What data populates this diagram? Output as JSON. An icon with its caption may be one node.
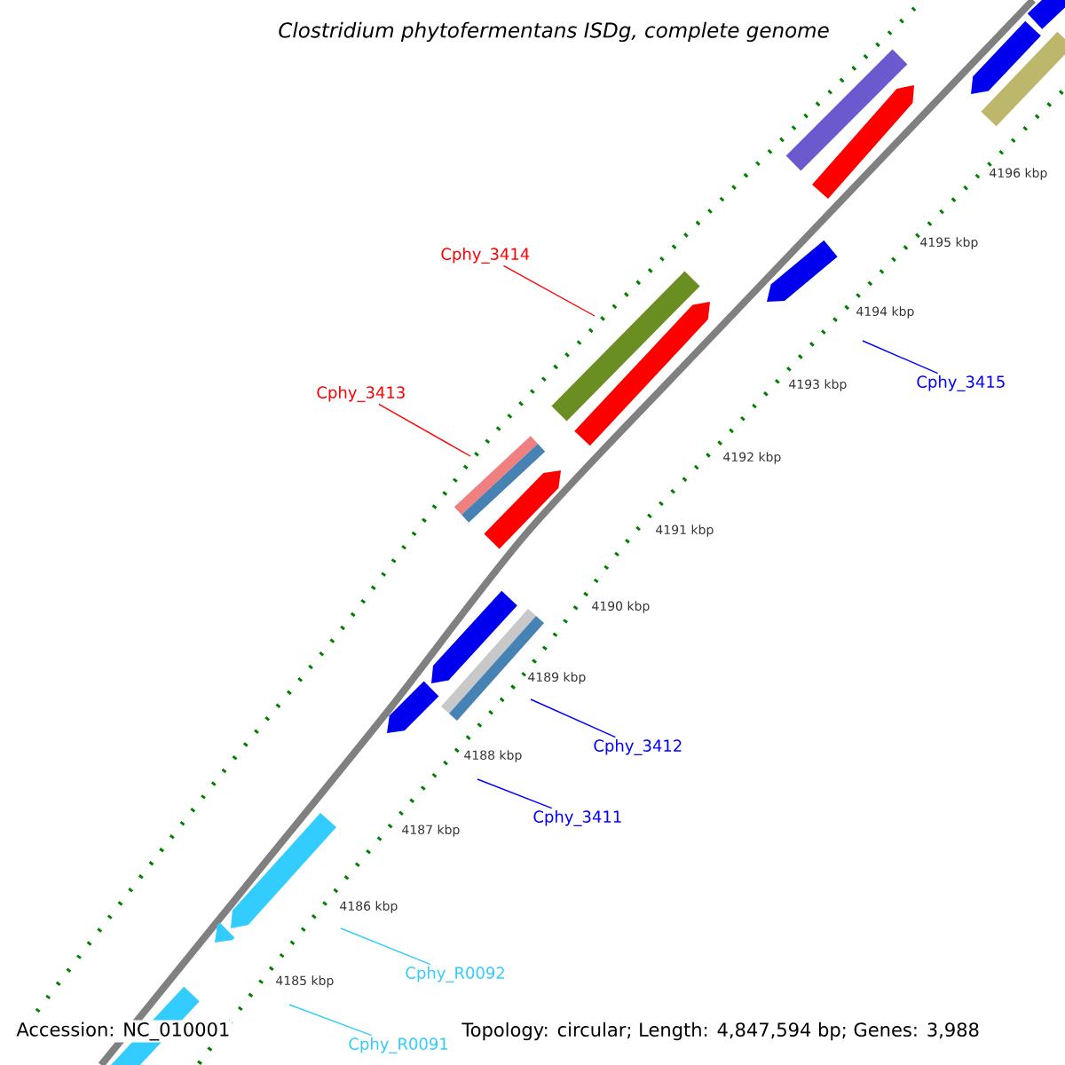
{
  "diagram": {
    "title": "Clostridium phytofermentans ISDg, complete genome",
    "nodes": [
      {
        "text": [
          "Cphy_3414"
        ]
      },
      {
        "text": [
          "Cphy_3413"
        ]
      },
      {
        "text": [
          "Cphy_3415"
        ]
      },
      {
        "text": [
          "Cphy_3412"
        ]
      },
      {
        "text": [
          "Cphy_3411"
        ]
      },
      {
        "text": [
          "Cphy_R0092"
        ]
      },
      {
        "text": [
          "Cphy_R0091"
        ]
      }
    ],
    "edges": [
      {
        "from": 0,
        "to": null,
        "arrow": "none",
        "color": "#ff0000"
      },
      {
        "from": 1,
        "to": null,
        "arrow": "none",
        "color": "#ff0000"
      },
      {
        "from": 2,
        "to": null,
        "arrow": "none",
        "color": "#0000ff"
      },
      {
        "from": 3,
        "to": null,
        "arrow": "none",
        "color": "#0000ff"
      },
      {
        "from": 4,
        "to": null,
        "arrow": "none",
        "color": "#0000ff"
      },
      {
        "from": 5,
        "to": null,
        "arrow": "none",
        "color": "#33ccff"
      },
      {
        "from": 6,
        "to": null,
        "arrow": "none",
        "color": "#33ccff"
      }
    ],
    "labels": [
      "4196 kbp",
      "4195 kbp",
      "4194 kbp",
      "4193 kbp",
      "4192 kbp",
      "4191 kbp",
      "4190 kbp",
      "4189 kbp",
      "4188 kbp",
      "4187 kbp",
      "4186 kbp",
      "4185 kbp",
      "Accession: NC_010001",
      "Topology: circular; Length: 4,847,594 bp; Genes: 3,988"
    ]
  }
}
